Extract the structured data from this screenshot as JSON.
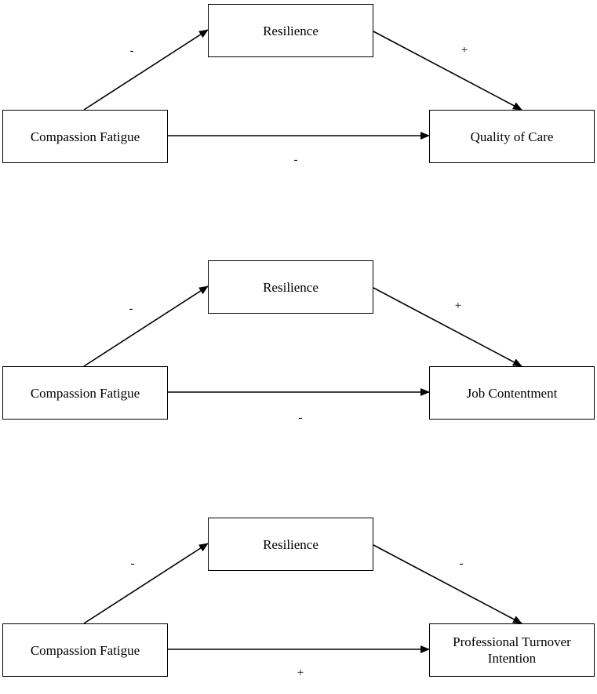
{
  "panels": [
    {
      "mediator": "Resilience",
      "predictor": "Compassion Fatigue",
      "outcome": "Quality of Care",
      "sign_predictor_mediator": "-",
      "sign_mediator_outcome": "+",
      "sign_predictor_outcome": "-"
    },
    {
      "mediator": "Resilience",
      "predictor": "Compassion Fatigue",
      "outcome": "Job Contentment",
      "sign_predictor_mediator": "-",
      "sign_mediator_outcome": "+",
      "sign_predictor_outcome": "-"
    },
    {
      "mediator": "Resilience",
      "predictor": "Compassion Fatigue",
      "outcome": "Professional Turnover Intention",
      "sign_predictor_mediator": "-",
      "sign_mediator_outcome": "-",
      "sign_predictor_outcome": "+"
    }
  ]
}
